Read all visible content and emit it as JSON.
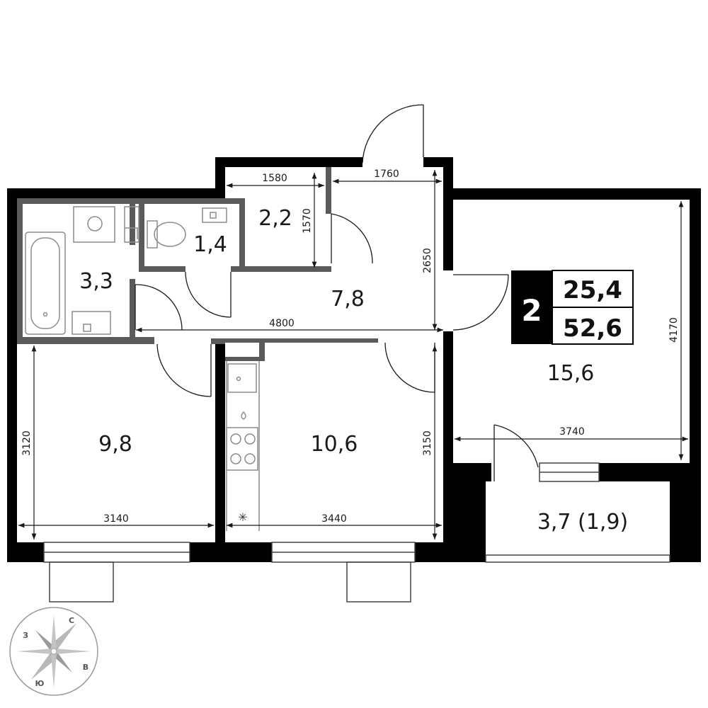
{
  "summary": {
    "rooms": "2",
    "living_area": "25,4",
    "total_area": "52,6"
  },
  "rooms": {
    "bathroom": "3,3",
    "toilet": "1,4",
    "storage": "2,2",
    "hallway": "7,8",
    "bedroom": "9,8",
    "kitchen": "10,6",
    "living_room": "15,6",
    "balcony": "3,7 (1,9)"
  },
  "dimensions": {
    "storage_width": "1580",
    "storage_depth": "1570",
    "hall_top": "1760",
    "hall_depth": "2650",
    "hall_length": "4800",
    "bedroom_depth": "3120",
    "bedroom_width": "3140",
    "kitchen_depth": "3150",
    "kitchen_width": "3440",
    "living_width": "3740",
    "living_depth": "4170"
  },
  "compass": {
    "north": "С",
    "east": "В",
    "south": "Ю",
    "west": "З"
  },
  "colors": {
    "wall": "#000000",
    "partition": "#5a5a5a",
    "fixture": "#8c8c8c",
    "compass": "#9a9a9a"
  }
}
